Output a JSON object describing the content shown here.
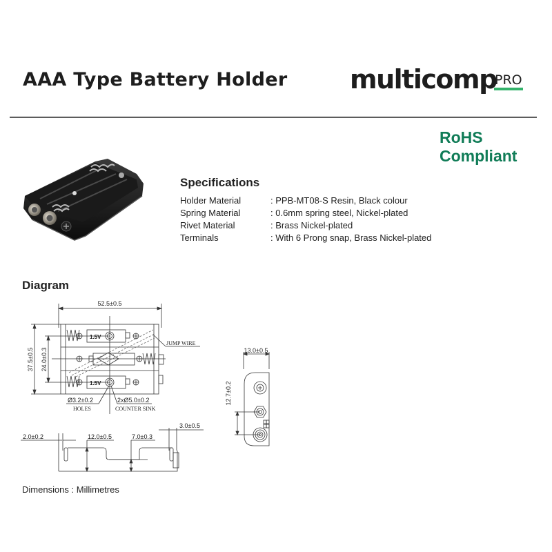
{
  "header": {
    "title": "AAA Type Battery Holder",
    "brand_main": "multicomp",
    "brand_suffix": "PRO",
    "brand_accent": "#34b36b"
  },
  "compliance": {
    "line1": "RoHS",
    "line2": "Compliant",
    "color": "#107c57"
  },
  "product_photo": {
    "alt": "3 x AAA black battery holder with snap terminals"
  },
  "specifications": {
    "heading": "Specifications",
    "rows": [
      {
        "label": "Holder Material",
        "value": ": PPB-MT08-S Resin, Black colour"
      },
      {
        "label": "Spring Material",
        "value": ": 0.6mm spring steel, Nickel-plated"
      },
      {
        "label": "Rivet Material",
        "value": ": Brass Nickel-plated"
      },
      {
        "label": "Terminals",
        "value": ": With 6 Prong snap, Brass Nickel-plated"
      }
    ]
  },
  "diagram": {
    "heading": "Diagram",
    "top_view": {
      "width_dim": "52.5±0.5",
      "height_dim": "37.5±0.5",
      "pitch_dim": "24.0±0.3",
      "cell_label_1": "1.5V",
      "cell_label_2": "1.5V",
      "jump_wire": "JUMP WIRE",
      "holes_dim": "Ø3.2±0.2",
      "holes_label": "HOLES",
      "sink_dim": "2xØ5.0±0.2",
      "sink_label": "COUNTER SINK"
    },
    "end_view": {
      "width_dim": "13.0±0.5",
      "terminal_spacing": "12.7±0.2"
    },
    "side_view": {
      "wall_dim": "2.0±0.2",
      "height_dim": "12.0±0.5",
      "floor_dim": "7.0±0.3",
      "terminal_dim": "3.0±0.5"
    },
    "units_note": "Dimensions : Millimetres"
  }
}
